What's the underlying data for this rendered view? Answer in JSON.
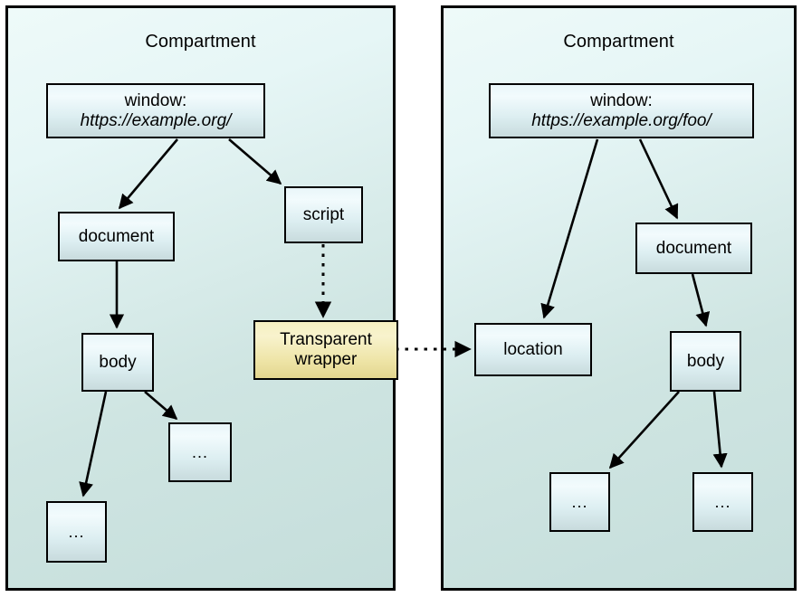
{
  "diagram": {
    "title": "Compartment cross-origin window/location diagram",
    "colors": {
      "compartment_fill_top": "#eefaf9",
      "compartment_fill_bottom": "#c5dedb",
      "node_fill_top": "#f2fbfd",
      "node_fill_bottom": "#c8dbdd",
      "wrapper_fill_top": "#f8f3cd",
      "wrapper_fill_bottom": "#e3d68f",
      "stroke": "#000000",
      "background": "#ffffff"
    },
    "compartments": [
      {
        "name": "left-compartment",
        "title": "Compartment",
        "nodes": [
          {
            "id": "window-left",
            "line1": "window:",
            "line2": "https://example.org/"
          },
          {
            "id": "document-left",
            "line1": "document"
          },
          {
            "id": "script-left",
            "line1": "script"
          },
          {
            "id": "body-left",
            "line1": "body"
          },
          {
            "id": "ellipsis-left-1",
            "line1": "..."
          },
          {
            "id": "ellipsis-left-2",
            "line1": "..."
          },
          {
            "id": "transparent-wrapper",
            "line1": "Transparent",
            "line2": "wrapper"
          }
        ]
      },
      {
        "name": "right-compartment",
        "title": "Compartment",
        "nodes": [
          {
            "id": "window-right",
            "line1": "window:",
            "line2": "https://example.org/foo/"
          },
          {
            "id": "document-right",
            "line1": "document"
          },
          {
            "id": "location-right",
            "line1": "location"
          },
          {
            "id": "body-right",
            "line1": "body"
          },
          {
            "id": "ellipsis-right-1",
            "line1": "..."
          },
          {
            "id": "ellipsis-right-2",
            "line1": "..."
          }
        ]
      }
    ],
    "edges": [
      {
        "from": "window-left",
        "to": "document-left",
        "style": "solid"
      },
      {
        "from": "window-left",
        "to": "script-left",
        "style": "solid"
      },
      {
        "from": "document-left",
        "to": "body-left",
        "style": "solid"
      },
      {
        "from": "body-left",
        "to": "ellipsis-left-1",
        "style": "solid"
      },
      {
        "from": "body-left",
        "to": "ellipsis-left-2",
        "style": "solid"
      },
      {
        "from": "script-left",
        "to": "transparent-wrapper",
        "style": "dotted"
      },
      {
        "from": "transparent-wrapper",
        "to": "location-right",
        "style": "dotted"
      },
      {
        "from": "window-right",
        "to": "location-right",
        "style": "solid"
      },
      {
        "from": "window-right",
        "to": "document-right",
        "style": "solid"
      },
      {
        "from": "document-right",
        "to": "body-right",
        "style": "solid"
      },
      {
        "from": "body-right",
        "to": "ellipsis-right-1",
        "style": "solid"
      },
      {
        "from": "body-right",
        "to": "ellipsis-right-2",
        "style": "solid"
      }
    ]
  }
}
